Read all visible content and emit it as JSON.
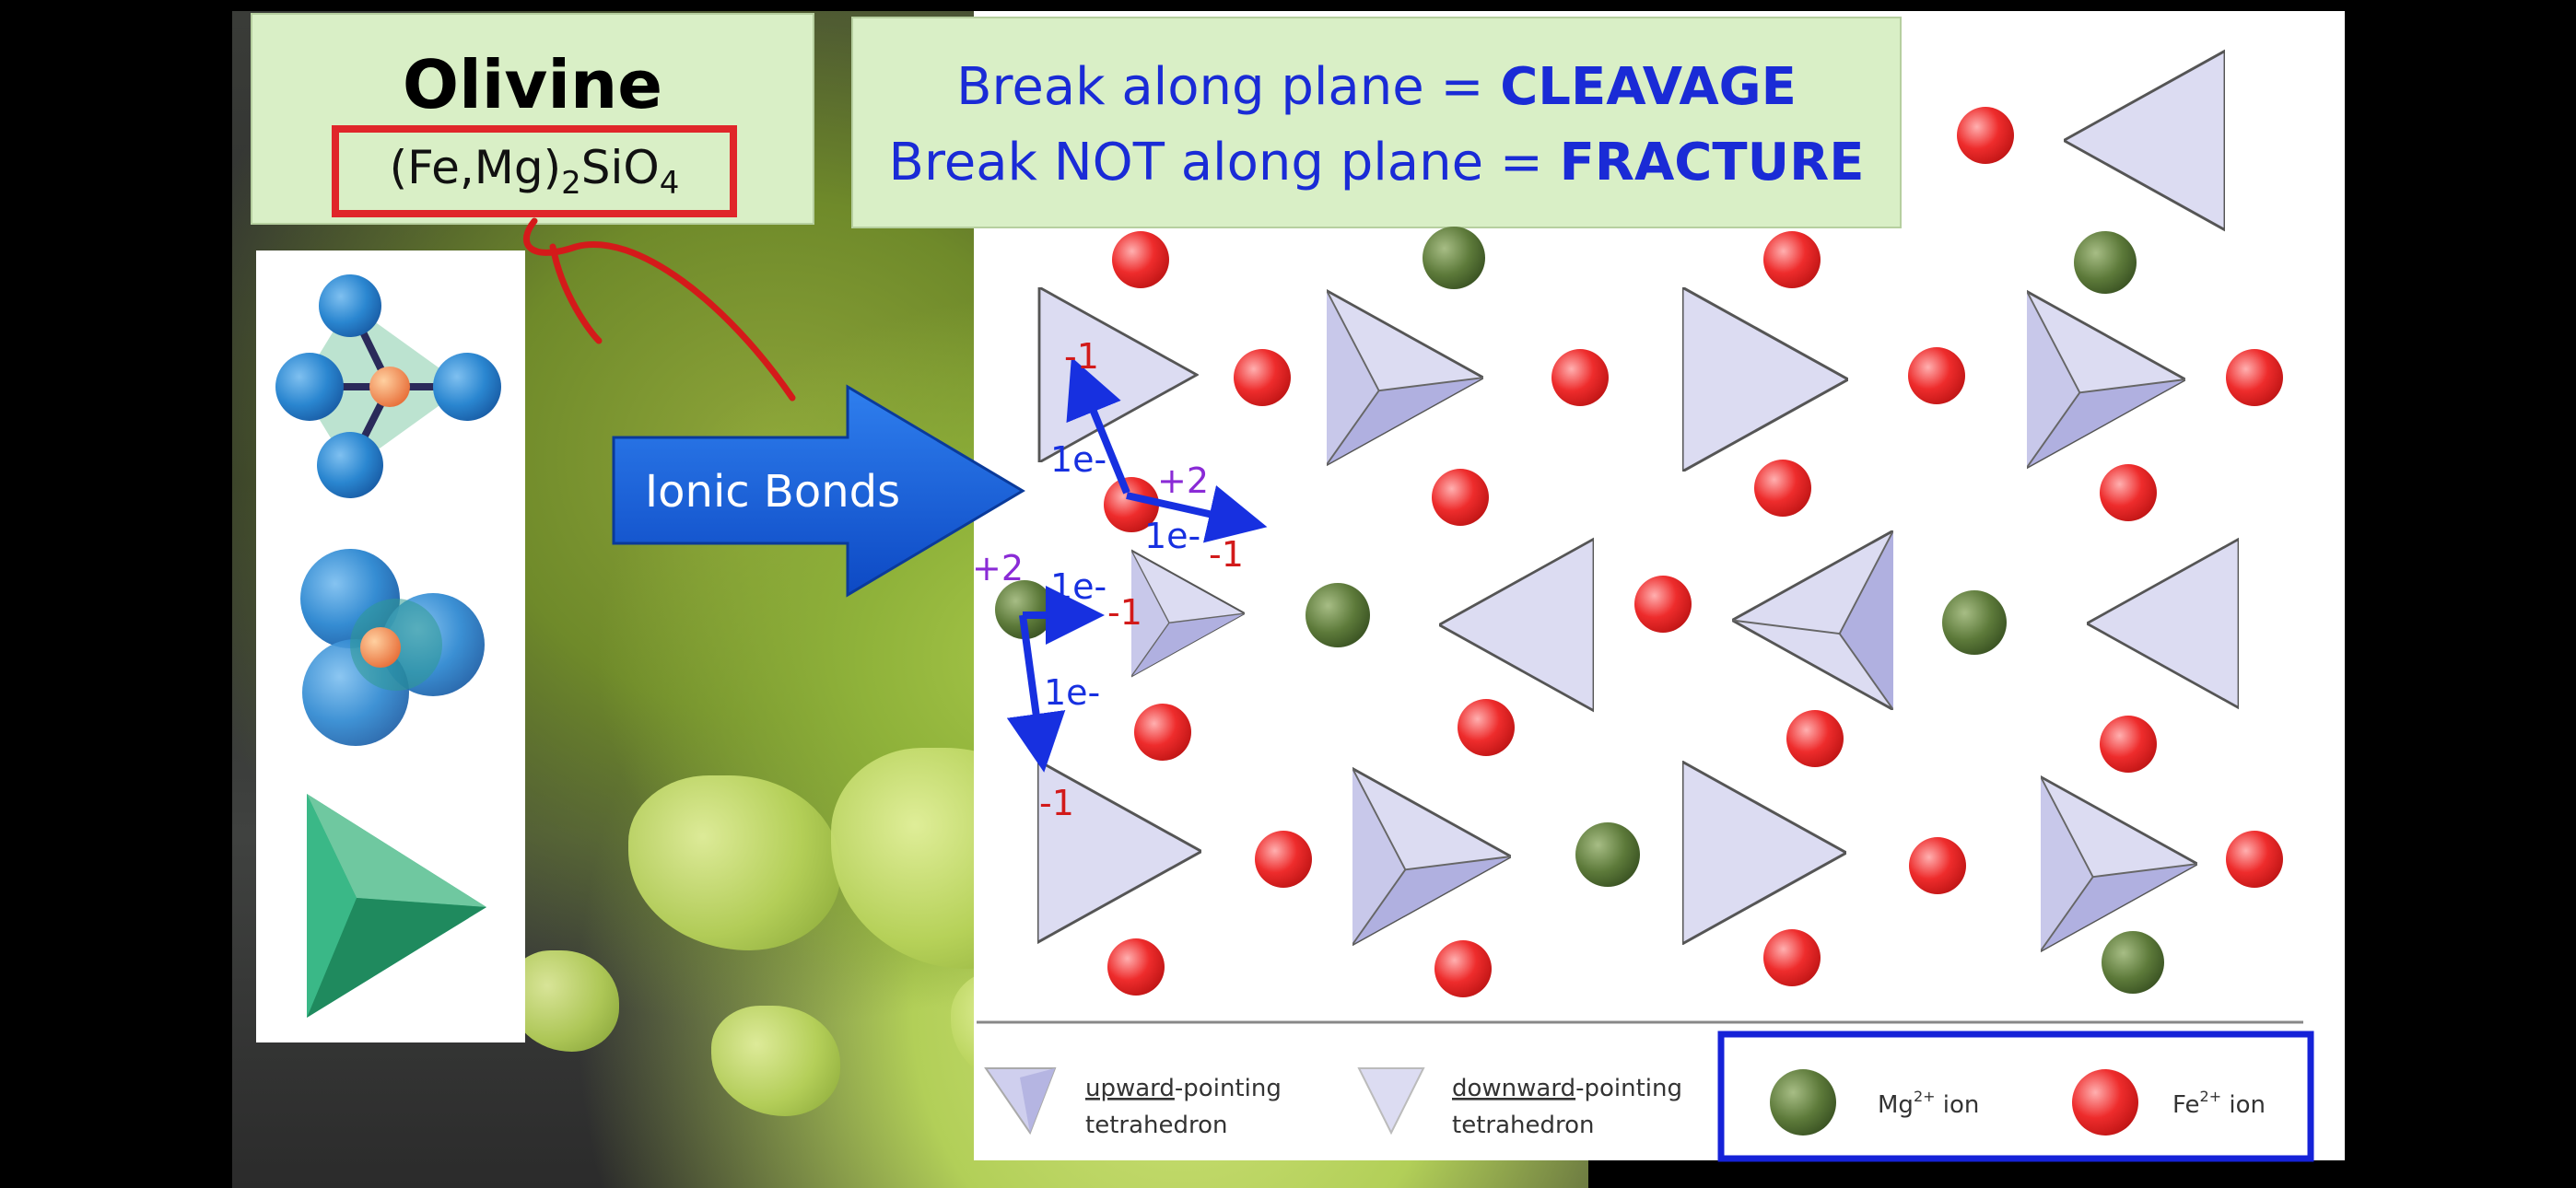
{
  "title": "Olivine",
  "formula": {
    "prefix": "(Fe,Mg)",
    "sub": "2",
    "suffix": "SiO",
    "sub2": "4"
  },
  "banner": {
    "line1_text": "Break along plane = ",
    "line1_bold": "CLEAVAGE",
    "line2_text": "Break NOT along plane = ",
    "line2_bold": "FRACTURE"
  },
  "arrow_label": "Ionic Bonds",
  "bond_annotations": {
    "charge_minus": "-1",
    "charge_plus": "+2",
    "electron": "1e-"
  },
  "legend": {
    "upward_word": "upward",
    "upward_rest": "-pointing",
    "upward_line2": "tetrahedron",
    "downward_word": "downward",
    "downward_rest": "-pointing",
    "downward_line2": "tetrahedron",
    "mg_label": "Mg",
    "mg_sup": "2+",
    "mg_suffix": " ion",
    "fe_label": "Fe",
    "fe_sup": "2+",
    "fe_suffix": " ion"
  },
  "colors": {
    "banner_text": "#1a2bd6",
    "arrow_fill": "#1560d8",
    "annotation_blue": "#1730e0",
    "charge_red": "#d21a1a",
    "charge_purple": "#8a2bd6",
    "fe_ion": "#ee2c2c",
    "mg_ion": "#5d7a3a",
    "tetra_fill": "#dcdcf2",
    "legend_border": "#1522d8",
    "formula_border": "#e0262a"
  }
}
